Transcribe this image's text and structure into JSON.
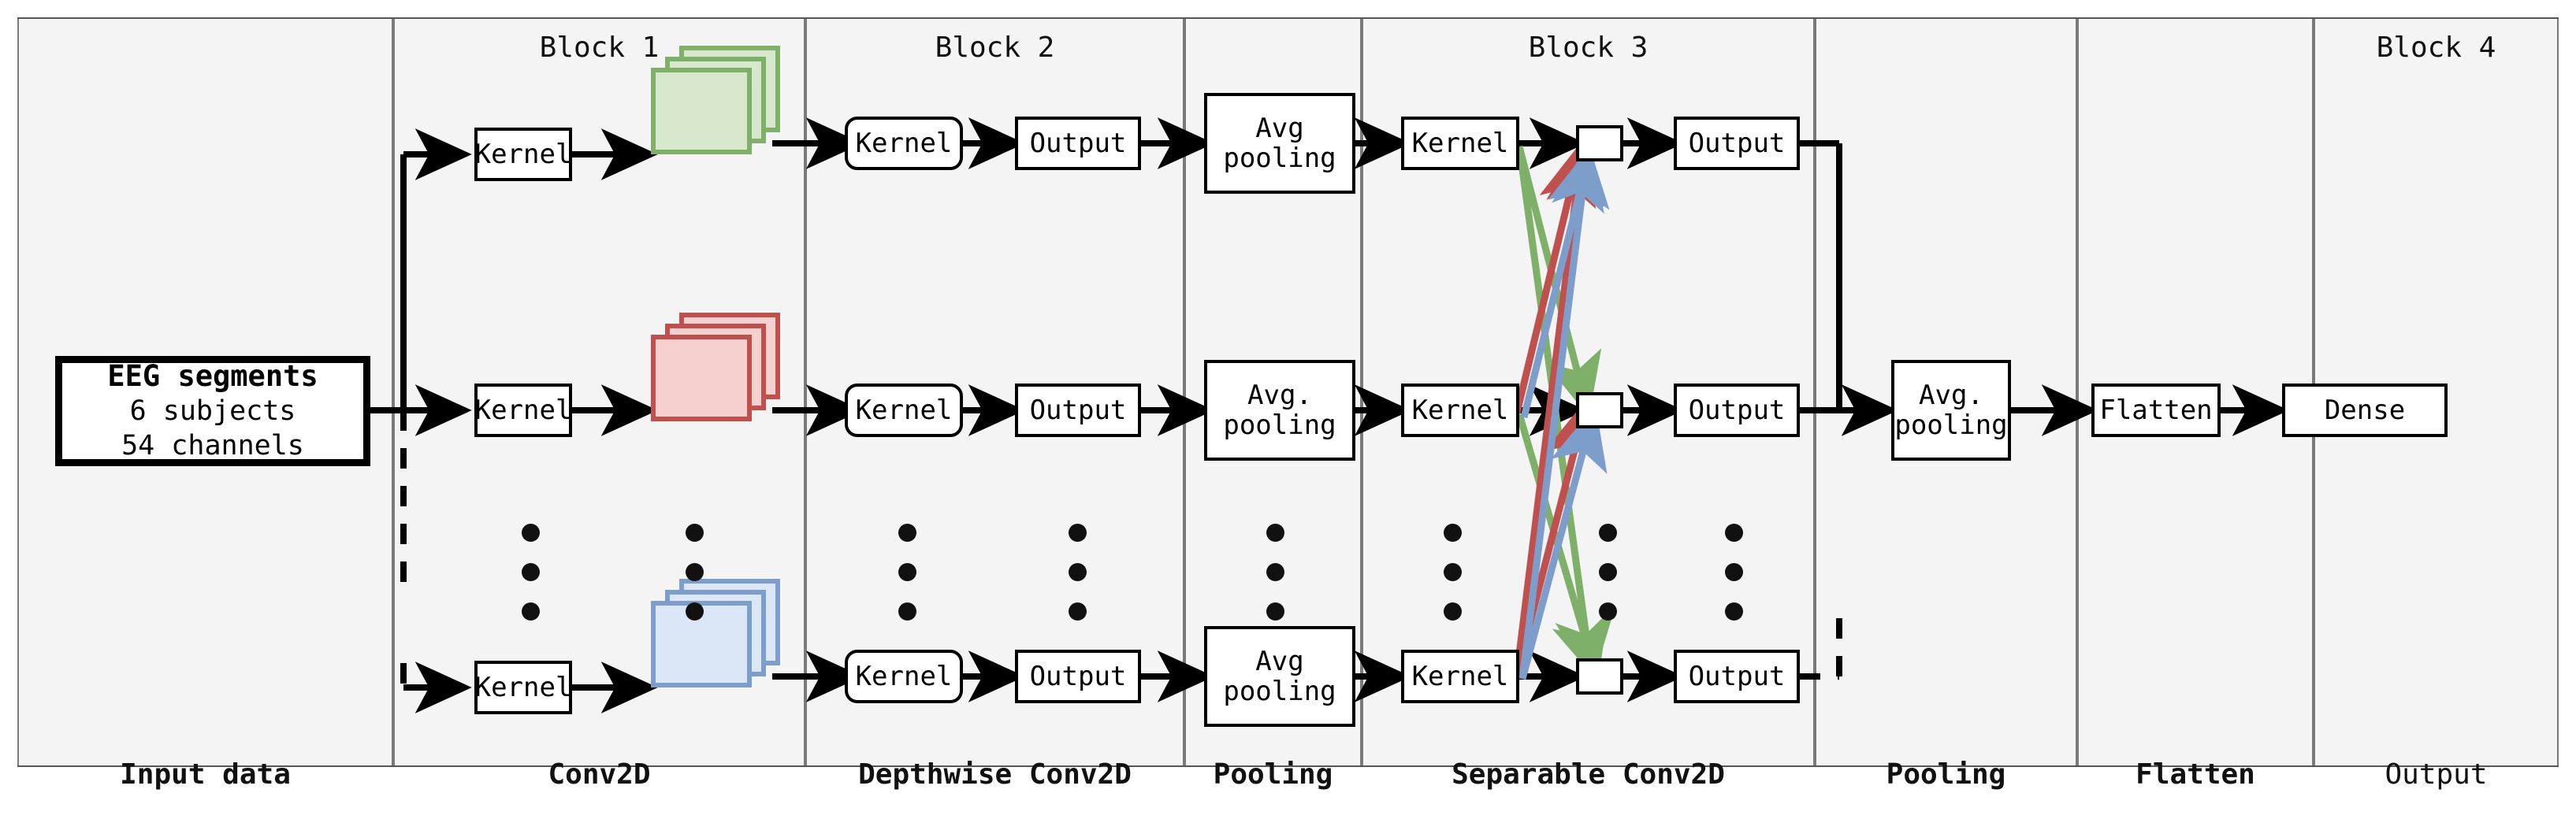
{
  "diagram": {
    "title": "EEG CNN architecture",
    "columns": [
      {
        "id": "input",
        "header": "",
        "footer": "Input data"
      },
      {
        "id": "conv2d",
        "header": "Block 1",
        "footer": "Conv2D"
      },
      {
        "id": "depthwise",
        "header": "Block 2",
        "footer": "Depthwise Conv2D"
      },
      {
        "id": "pooling1",
        "header": "",
        "footer": "Pooling"
      },
      {
        "id": "separable",
        "header": "Block 3",
        "footer": "Separable Conv2D"
      },
      {
        "id": "pooling2",
        "header": "",
        "footer": "Pooling"
      },
      {
        "id": "flatten",
        "header": "",
        "footer": "Flatten"
      },
      {
        "id": "output",
        "header": "Block 4",
        "footer": "Output"
      }
    ],
    "input_block": {
      "line1": "EEG segments",
      "line2": "6 subjects",
      "line3": "54 channels"
    },
    "block1": {
      "kernel_label": "Kernel",
      "rows": [
        {
          "color_name": "green",
          "fill": "#d7e8cd",
          "border": "#7fb069"
        },
        {
          "color_name": "red",
          "fill": "#f6cfcf",
          "border": "#c0504d"
        },
        {
          "color_name": "blue",
          "fill": "#dbe6f6",
          "border": "#7d9dcb"
        }
      ]
    },
    "block2": {
      "kernel_label": "Kernel",
      "output_label": "Output"
    },
    "pooling1": {
      "top_label": "Avg\npooling",
      "mid_label": "Avg.\npooling",
      "bottom_label": "Avg\npooling"
    },
    "block3": {
      "kernel_label": "Kernel",
      "output_label": "Output",
      "concat_label": "",
      "arrow_colors": {
        "green": "#7fb069",
        "red": "#c0504d",
        "blue": "#7d9dcb"
      }
    },
    "pooling2": {
      "label": "Avg.\npooling"
    },
    "flatten": {
      "label": "Flatten"
    },
    "output_block": {
      "label": "Dense"
    },
    "ellipsis_marker": "vertical-dots"
  }
}
